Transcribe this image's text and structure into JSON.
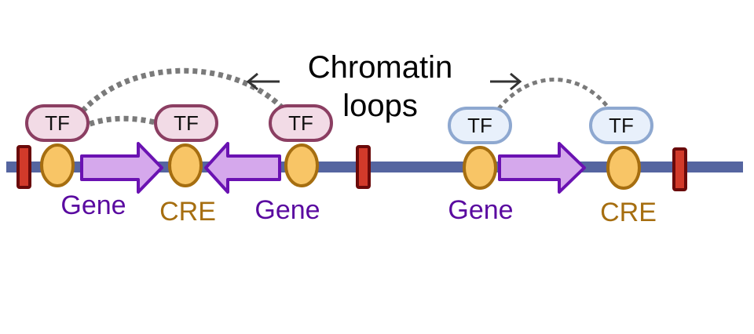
{
  "title": {
    "line1": "Chromatin",
    "line2": "loops"
  },
  "labels": {
    "tf": "TF",
    "gene": "Gene",
    "cre": "CRE"
  },
  "colors": {
    "dna": "#5565a0",
    "gene_fill": "#d5a8ec",
    "gene_stroke": "#6a12b2",
    "gene_text": "#5a0aa0",
    "cre_fill": "#f8c566",
    "cre_stroke": "#a66e10",
    "cre_text": "#a66e10",
    "tf_pink_fill": "#f2dbe6",
    "tf_pink_stroke": "#8b3e62",
    "tf_blue_fill": "#e8f0fb",
    "tf_blue_stroke": "#8ea8d0",
    "boundary_fill": "#d23a2a",
    "boundary_stroke": "#6a0a0a",
    "loop": "#7a7a7a",
    "arrow": "#333333"
  }
}
